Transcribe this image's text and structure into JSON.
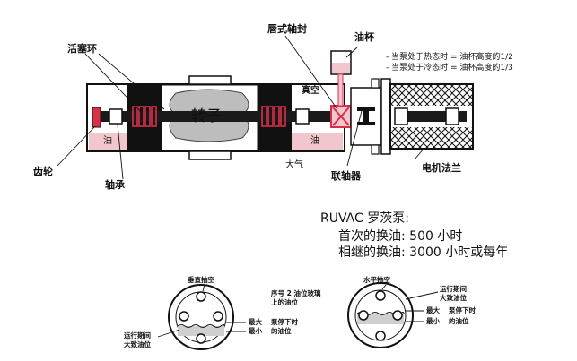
{
  "labels": {
    "piston_ring": "活塞环",
    "lip_seal": "唇式轴封",
    "oil_cup": "油杯",
    "note_hot": "- 当泵处于热态时 = 油杯高度的1/2",
    "note_cold": "- 当泵处于冷态时 = 油杯高度的1/3",
    "vacuum": "真空",
    "rotor": "转子",
    "oil_left": "油",
    "oil_right": "油",
    "gear": "齿轮",
    "bearing": "轴承",
    "atmosphere": "大气",
    "coupling": "联轴器",
    "motor_flange": "电机法兰"
  },
  "ruvac": {
    "title": "RUVAC 罗茨泵:",
    "first_change": "首次的换油:  500 小时",
    "subsequent_change": "相继的换油:  3000 小时或每年"
  },
  "gauge_left": {
    "title": "垂直抽空",
    "glass_note_line1": "序号 2 油位玻璃",
    "glass_note_line2": "上的油位",
    "max": "最大",
    "min": "最小",
    "stop_note_line1": "泵停下时",
    "stop_note_line2": "的油位",
    "run_note_line1": "运行期间",
    "run_note_line2": "大致油位"
  },
  "gauge_right": {
    "title": "水平抽空",
    "run_note_line1": "运行期间",
    "run_note_line2": "大致油位",
    "max": "最大",
    "min": "最小",
    "stop_note_line1": "泵停下时",
    "stop_note_line2": "的油位"
  },
  "colors": {
    "outline": "#111111",
    "oil_pink": "#f2c6cd",
    "seal_red": "#d9304a",
    "rotor_gray": "#bdbdbd",
    "shaft_dark": "#1a1a1a"
  }
}
